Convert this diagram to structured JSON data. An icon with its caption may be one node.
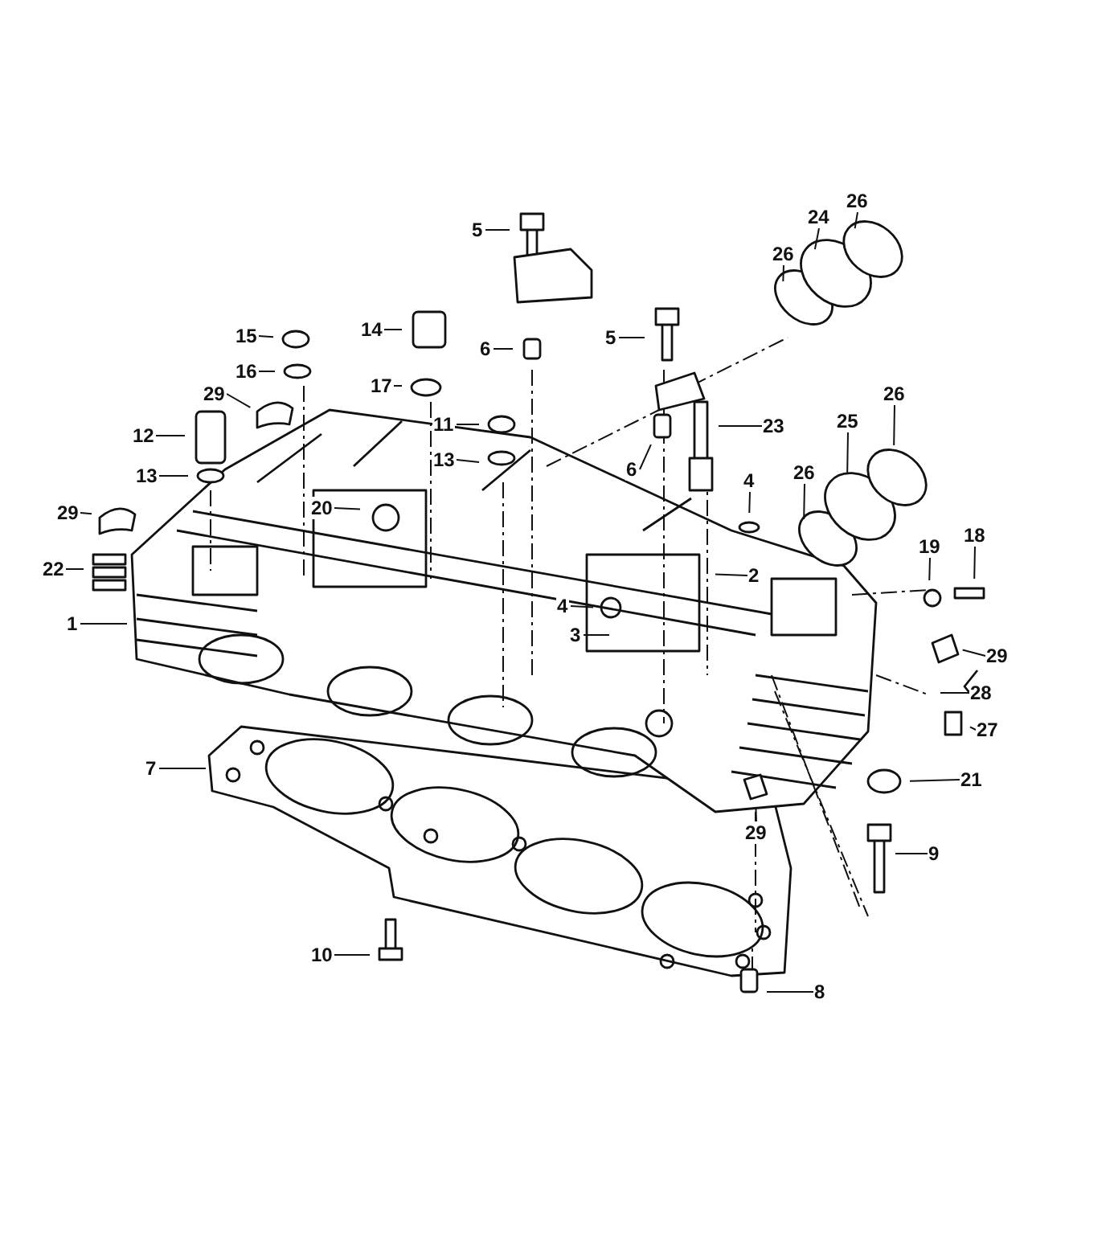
{
  "diagram": {
    "nodes": [
      {
        "text": [
          "26"
        ]
      },
      {
        "text": [
          "5"
        ]
      },
      {
        "text": [
          "24"
        ]
      },
      {
        "text": [
          "26"
        ]
      },
      {
        "text": [
          "15"
        ]
      },
      {
        "text": [
          "14"
        ]
      },
      {
        "text": [
          "5"
        ]
      },
      {
        "text": [
          "6"
        ]
      },
      {
        "text": [
          "16"
        ]
      },
      {
        "text": [
          "17"
        ]
      },
      {
        "text": [
          "29"
        ]
      },
      {
        "text": [
          "12"
        ]
      },
      {
        "text": [
          "11"
        ]
      },
      {
        "text": [
          "23"
        ]
      },
      {
        "text": [
          "26"
        ]
      },
      {
        "text": [
          "25"
        ]
      },
      {
        "text": [
          "13"
        ]
      },
      {
        "text": [
          "13"
        ]
      },
      {
        "text": [
          "6"
        ]
      },
      {
        "text": [
          "4"
        ]
      },
      {
        "text": [
          "26"
        ]
      },
      {
        "text": [
          "20"
        ]
      },
      {
        "text": [
          "29"
        ]
      },
      {
        "text": [
          "22"
        ]
      },
      {
        "text": [
          "2"
        ]
      },
      {
        "text": [
          "19"
        ]
      },
      {
        "text": [
          "18"
        ]
      },
      {
        "text": [
          "4"
        ]
      },
      {
        "text": [
          "1"
        ]
      },
      {
        "text": [
          "3"
        ]
      },
      {
        "text": [
          "29"
        ]
      },
      {
        "text": [
          "28"
        ]
      },
      {
        "text": [
          "27"
        ]
      },
      {
        "text": [
          "7"
        ]
      },
      {
        "text": [
          "21"
        ]
      },
      {
        "text": [
          "29"
        ]
      },
      {
        "text": [
          "9"
        ]
      },
      {
        "text": [
          "10"
        ]
      },
      {
        "text": [
          "8"
        ]
      }
    ],
    "edges": [
      {
        "from": 0,
        "to": null,
        "arrow": "none"
      },
      {
        "from": 1,
        "to": null,
        "arrow": "none"
      },
      {
        "from": 2,
        "to": null,
        "arrow": "none"
      },
      {
        "from": 3,
        "to": null,
        "arrow": "none"
      },
      {
        "from": 4,
        "to": null,
        "arrow": "none"
      },
      {
        "from": 5,
        "to": null,
        "arrow": "none"
      },
      {
        "from": 6,
        "to": null,
        "arrow": "none"
      },
      {
        "from": 7,
        "to": null,
        "arrow": "none"
      },
      {
        "from": 8,
        "to": null,
        "arrow": "none"
      },
      {
        "from": 9,
        "to": null,
        "arrow": "none"
      },
      {
        "from": 10,
        "to": null,
        "arrow": "none"
      },
      {
        "from": 11,
        "to": null,
        "arrow": "none"
      },
      {
        "from": 12,
        "to": null,
        "arrow": "none"
      },
      {
        "from": 13,
        "to": null,
        "arrow": "none"
      },
      {
        "from": 14,
        "to": null,
        "arrow": "none"
      },
      {
        "from": 15,
        "to": null,
        "arrow": "none"
      },
      {
        "from": 16,
        "to": null,
        "arrow": "none"
      },
      {
        "from": 17,
        "to": null,
        "arrow": "none"
      },
      {
        "from": 18,
        "to": null,
        "arrow": "none"
      },
      {
        "from": 19,
        "to": null,
        "arrow": "none"
      },
      {
        "from": 20,
        "to": null,
        "arrow": "none"
      },
      {
        "from": 21,
        "to": null,
        "arrow": "none"
      },
      {
        "from": 22,
        "to": null,
        "arrow": "none"
      },
      {
        "from": 23,
        "to": null,
        "arrow": "none"
      },
      {
        "from": 24,
        "to": null,
        "arrow": "none"
      },
      {
        "from": 25,
        "to": null,
        "arrow": "none"
      },
      {
        "from": 26,
        "to": null,
        "arrow": "none"
      },
      {
        "from": 27,
        "to": null,
        "arrow": "none"
      },
      {
        "from": 28,
        "to": null,
        "arrow": "none"
      },
      {
        "from": 29,
        "to": null,
        "arrow": "none"
      },
      {
        "from": 30,
        "to": null,
        "arrow": "none"
      },
      {
        "from": 31,
        "to": null,
        "arrow": "none"
      },
      {
        "from": 32,
        "to": null,
        "arrow": "none"
      },
      {
        "from": 33,
        "to": null,
        "arrow": "none"
      },
      {
        "from": 34,
        "to": null,
        "arrow": "none"
      },
      {
        "from": 35,
        "to": null,
        "arrow": "none"
      },
      {
        "from": 36,
        "to": null,
        "arrow": "none"
      },
      {
        "from": 37,
        "to": null,
        "arrow": "none"
      },
      {
        "from": 38,
        "to": null,
        "arrow": "none"
      }
    ]
  }
}
